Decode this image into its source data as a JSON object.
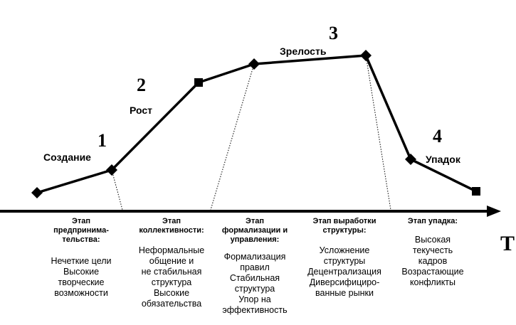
{
  "chart_data": {
    "type": "line",
    "x_axis_label": "T",
    "stages": [
      {
        "number": "1",
        "label": "Создание"
      },
      {
        "number": "2",
        "label": "Рост"
      },
      {
        "number": "3",
        "label": "Зрелость"
      },
      {
        "number": "4",
        "label": "Упадок"
      }
    ],
    "series": [
      {
        "points": [
          {
            "marker": "diamond"
          },
          {
            "marker": "diamond"
          },
          {
            "marker": "square"
          },
          {
            "marker": "diamond"
          },
          {
            "marker": "diamond"
          },
          {
            "marker": "diamond"
          },
          {
            "marker": "square"
          }
        ]
      }
    ]
  },
  "phases": [
    {
      "title": [
        "Этап",
        "предпринима-",
        "тельства:"
      ],
      "items": [
        "Нечеткие цели",
        "Высокие",
        "творческие",
        "возможности"
      ]
    },
    {
      "title": [
        "Этап",
        "коллективности:"
      ],
      "items": [
        "Неформальные",
        "общение и",
        "не стабильная",
        "структура",
        "Высокие",
        "обязательства"
      ]
    },
    {
      "title": [
        "Этап",
        "формализации и",
        "управления:"
      ],
      "items": [
        "Формализация",
        "правил",
        "Стабильная",
        "структура",
        "Упор на",
        "эффективность"
      ]
    },
    {
      "title": [
        "Этап выработки",
        "структуры:"
      ],
      "items": [
        "Усложнение",
        "структуры",
        "Децентрализация",
        "Диверсифициро-",
        "ванные рынки"
      ]
    },
    {
      "title": [
        "Этап упадка:"
      ],
      "items": [
        "Высокая",
        "текучесть",
        "кадров",
        "Возрастающие",
        "конфликты"
      ]
    }
  ]
}
